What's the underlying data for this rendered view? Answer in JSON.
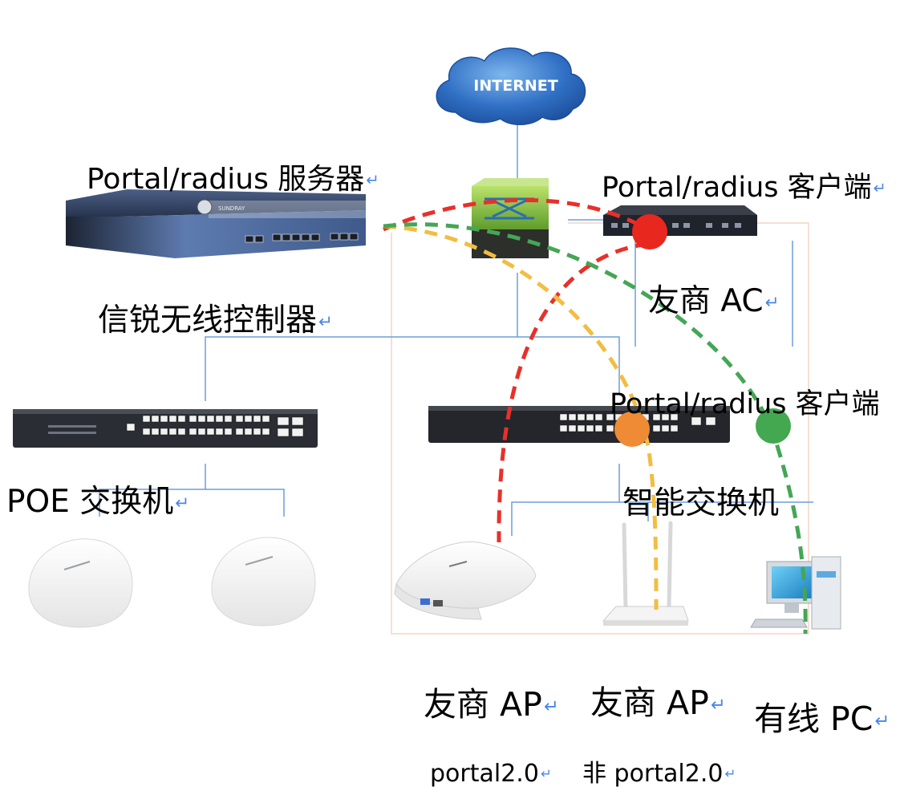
{
  "cloud": {
    "text": "INTERNET"
  },
  "labels": {
    "portal_server": "Portal/radius 服务器",
    "portal_client_top": "Portal/radius 客户端",
    "partner_ac": "友商 AC",
    "sundray_controller": "信锐无线控制器",
    "portal_client_mid": "Portal/radius 客户端",
    "poe_switch": "POE 交换机",
    "smart_switch": "智能交换机",
    "partner_ap_1": "友商 AP",
    "partner_ap_2": "友商 AP",
    "wired_pc": "有线 PC",
    "portal20": "portal2.0",
    "non_portal20": "非 portal2.0"
  },
  "return_mark": "↵",
  "device_text": {
    "server_brand": "SUNDRAY"
  },
  "colors": {
    "link": "#6d9edc",
    "path_red": "#e8302a",
    "path_yellow": "#f2bd42",
    "path_green": "#44a656",
    "dot_red": "#e8271f",
    "dot_orange": "#ef8a35",
    "dot_green": "#43a84f",
    "frame": "#f3d6c4",
    "return_mark": "#4a86e8"
  }
}
